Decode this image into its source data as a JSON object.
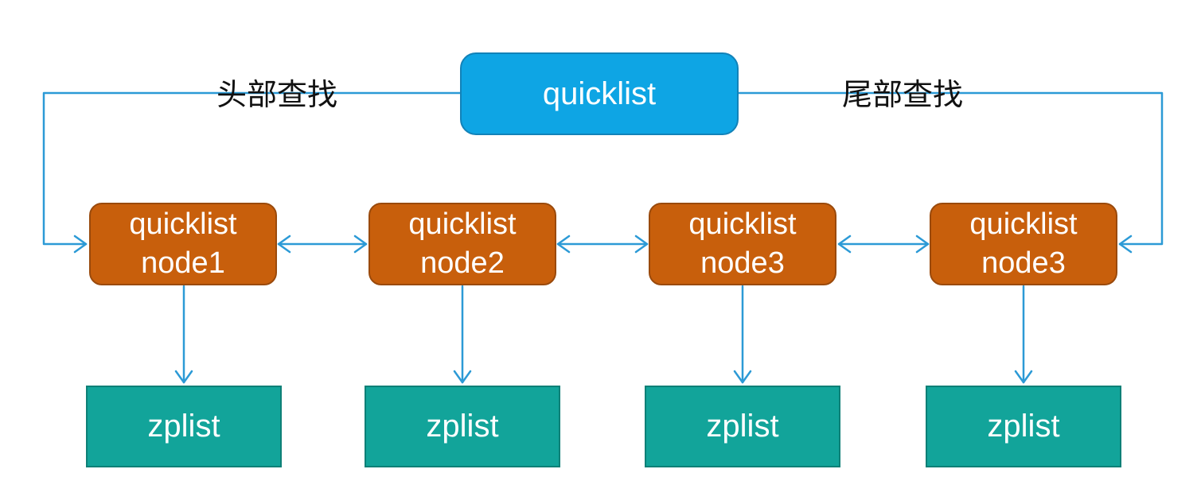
{
  "root": {
    "label": "quicklist",
    "color": "#0ea5e4"
  },
  "search_labels": {
    "head": "头部查找",
    "tail": "尾部查找"
  },
  "nodes": [
    {
      "line1": "quicklist",
      "line2": "node1"
    },
    {
      "line1": "quicklist",
      "line2": "node2"
    },
    {
      "line1": "quicklist",
      "line2": "node3"
    },
    {
      "line1": "quicklist",
      "line2": "node3"
    }
  ],
  "zplists": [
    {
      "label": "zplist"
    },
    {
      "label": "zplist"
    },
    {
      "label": "zplist"
    },
    {
      "label": "zplist"
    }
  ],
  "colors": {
    "node": "#c85f0c",
    "zplist": "#12a49a",
    "connector": "#2c9ad6"
  }
}
